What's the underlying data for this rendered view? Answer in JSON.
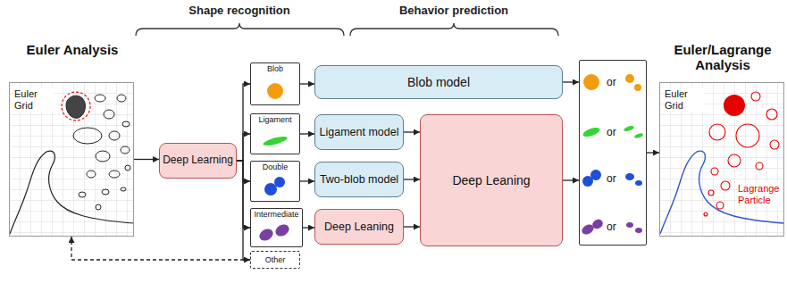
{
  "diagram": {
    "nodes": [
      {
        "text": [
          "Euler Analysis",
          "Euler Grid"
        ]
      },
      {
        "text": [
          "Deep Learning"
        ]
      },
      {
        "text": [
          "Blob"
        ]
      },
      {
        "text": [
          "Ligament"
        ]
      },
      {
        "text": [
          "Double"
        ]
      },
      {
        "text": [
          "Intermediate"
        ]
      },
      {
        "text": [
          "Other"
        ]
      },
      {
        "text": [
          "Blob model"
        ]
      },
      {
        "text": [
          "Ligament model"
        ]
      },
      {
        "text": [
          "Two-blob model"
        ]
      },
      {
        "text": [
          "Deep Leaning"
        ]
      },
      {
        "text": [
          "Deep Leaning"
        ]
      },
      {
        "text": [
          "or",
          "or",
          "or",
          "or"
        ]
      },
      {
        "text": [
          "Euler/Lagrange Analysis",
          "Euler Grid",
          "Lagrange Particle"
        ]
      }
    ],
    "edges": [
      {
        "from": 0,
        "to": 1,
        "arrow": "to"
      },
      {
        "from": 1,
        "to": 2,
        "arrow": "to"
      },
      {
        "from": 1,
        "to": 3,
        "arrow": "to"
      },
      {
        "from": 1,
        "to": 4,
        "arrow": "to"
      },
      {
        "from": 1,
        "to": 5,
        "arrow": "to"
      },
      {
        "from": 1,
        "to": 6,
        "arrow": "to"
      },
      {
        "from": 2,
        "to": 7,
        "arrow": "to"
      },
      {
        "from": 3,
        "to": 8,
        "arrow": "to"
      },
      {
        "from": 4,
        "to": 9,
        "arrow": "to"
      },
      {
        "from": 5,
        "to": 10,
        "arrow": "to"
      },
      {
        "from": 8,
        "to": 11,
        "arrow": "to"
      },
      {
        "from": 9,
        "to": 11,
        "arrow": "to"
      },
      {
        "from": 10,
        "to": 11,
        "arrow": "to"
      },
      {
        "from": 7,
        "to": 12,
        "arrow": "to"
      },
      {
        "from": 11,
        "to": 12,
        "arrow": "to"
      },
      {
        "from": 12,
        "to": 13,
        "arrow": "to"
      },
      {
        "from": 6,
        "to": 0,
        "arrow": "to"
      }
    ],
    "labels": [
      "Shape recognition",
      "Behavior prediction"
    ]
  }
}
